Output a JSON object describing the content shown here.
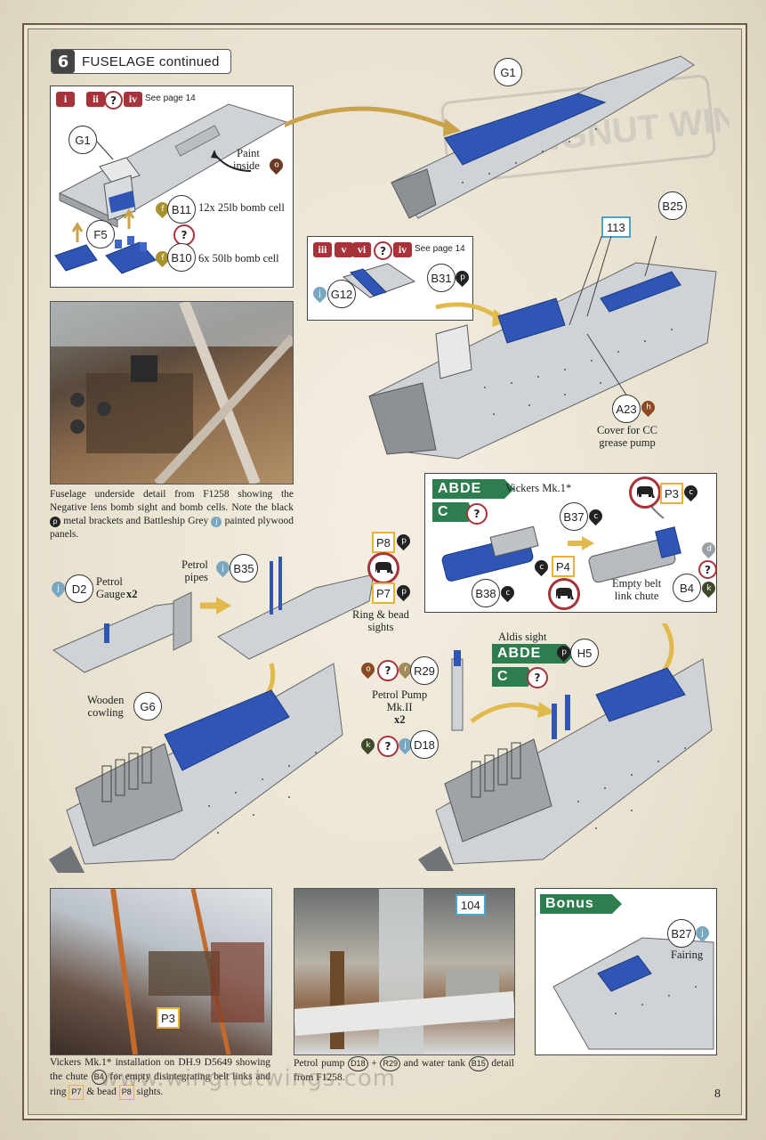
{
  "header": {
    "step": "6",
    "title": "FUSELAGE continued"
  },
  "page_number": "8",
  "colors": {
    "blue_part": "#2f55b5",
    "grey_part": "#cfd2d6",
    "red_badge": "#a8323a",
    "green_tag": "#2e7d4f",
    "yellow_box": "#e8b23a",
    "teal_box": "#4aa3c9"
  },
  "panel1": {
    "badges": [
      "i",
      "ii",
      "?",
      "iv"
    ],
    "see_page": "See page 14",
    "callouts": {
      "g1": "G1",
      "f5": "F5",
      "b11": "B11",
      "b10": "B10"
    },
    "labels": {
      "paint_inside": "Paint\ninside",
      "b11_text": "12x 25lb bomb cell",
      "b10_text": "6x 50lb bomb cell"
    },
    "drops": {
      "paint": "o",
      "b11": "f",
      "b10": "f"
    },
    "qmark": "?"
  },
  "panel2": {
    "badges": [
      "iii",
      "v",
      "vi",
      "?",
      "iv"
    ],
    "see_page": "See page 14",
    "callouts": {
      "g12": "G12",
      "b31": "B31"
    },
    "drops": {
      "g12": "j",
      "b31": "p"
    }
  },
  "top_right": {
    "callouts": {
      "g1": "G1",
      "b25": "B25",
      "a23": "A23"
    },
    "box_113": "113",
    "drop_a23": "h",
    "label_a23": "Cover for CC\ngrease pump",
    "watermark": "WINGNUT WINGS"
  },
  "photo1": {
    "caption_parts": [
      "Fuselage underside detail from F1258 showing the Negative lens bomb sight and bomb cells. Note the black ",
      "p",
      " metal brackets and Battleship Grey ",
      "j",
      " painted plywood panels."
    ]
  },
  "vickers_panel": {
    "tag1": "ABDE",
    "tag2": "C",
    "title": "Vickers Mk.1*",
    "callouts": {
      "b37": "B37",
      "b38": "B38",
      "b4": "B4"
    },
    "boxes": {
      "p3": "P3",
      "p4": "P4"
    },
    "drops": {
      "b37": "c",
      "b38": "c",
      "p3": "c",
      "p4": "c",
      "b4_d": "d",
      "b4_k": "k"
    },
    "label_b4": "Empty belt\nlink chute",
    "qmark": "?"
  },
  "cowling": {
    "callouts": {
      "d2": "D2",
      "b35": "B35",
      "g6": "G6"
    },
    "boxes": {
      "p8": "P8",
      "p7": "P7"
    },
    "drops": {
      "d2": "j",
      "b35": "j",
      "p8": "p",
      "p7": "p"
    },
    "labels": {
      "petrol_gauge": "Petrol\nGauge",
      "gauge_qty": "x2",
      "petrol_pipes": "Petrol\npipes",
      "wooden_cowling": "Wooden\ncowling",
      "ring_bead": "Ring & bead\nsights"
    }
  },
  "pump": {
    "callouts": {
      "r29": "R29",
      "d18": "D18",
      "h5": "H5"
    },
    "drops": {
      "o": "o",
      "r": "r",
      "k": "k",
      "j": "j",
      "h5": "p"
    },
    "labels": {
      "petrol_pump": "Petrol Pump\nMk.II",
      "pump_qty": "x2",
      "aldis": "Aldis sight"
    },
    "tag1": "ABDE",
    "tag2": "C",
    "qmark": "?"
  },
  "photo_bottom_left": {
    "p3_label": "P3",
    "caption_parts": [
      "Vickers Mk.1* installation on DH.9 D5649 showing the chute ",
      "B4",
      " for empty disintegrating belt links and ring ",
      "P7",
      " & bead ",
      "P8",
      " sights."
    ]
  },
  "photo_bottom_mid": {
    "box_104": "104",
    "caption_parts": [
      "Petrol pump ",
      "D18",
      " + ",
      "R29",
      " and water tank ",
      "B15",
      " detail from F1258."
    ]
  },
  "bonus": {
    "tag": "Bonus",
    "callout": "B27",
    "drop": "j",
    "label": "Fairing"
  },
  "watermark_url": "www.wingnutwings.com"
}
